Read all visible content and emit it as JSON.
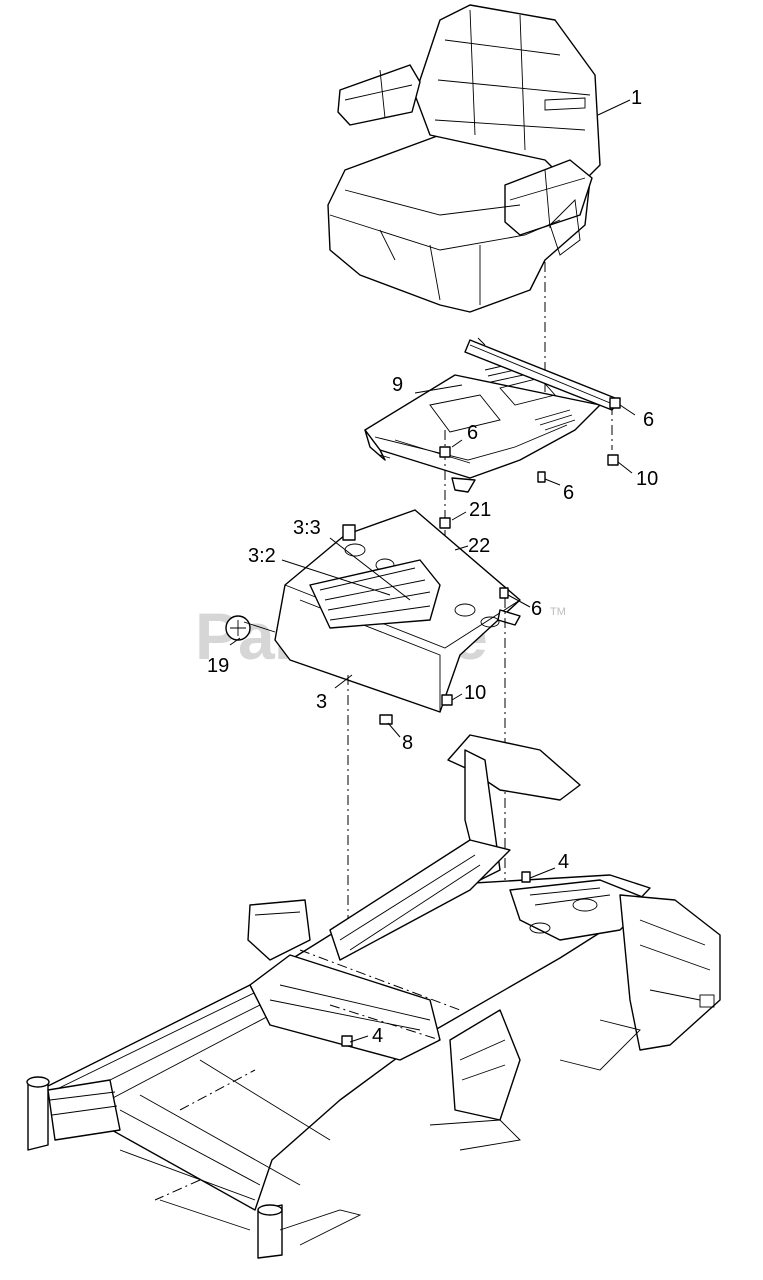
{
  "watermark": {
    "text": "PartsTree",
    "trademark": "TM"
  },
  "callouts": {
    "c1": "1",
    "c9": "9",
    "c6_bracket": "6",
    "c6_plate": "6",
    "c10_top": "10",
    "c6_lower": "6",
    "c21": "21",
    "c22": "22",
    "c3_3": "3:3",
    "c3_2": "3:2",
    "c6_cover": "6",
    "c19": "19",
    "c3": "3",
    "c10_cover": "10",
    "c8": "8",
    "c4_upper": "4",
    "c4_lower": "4"
  }
}
